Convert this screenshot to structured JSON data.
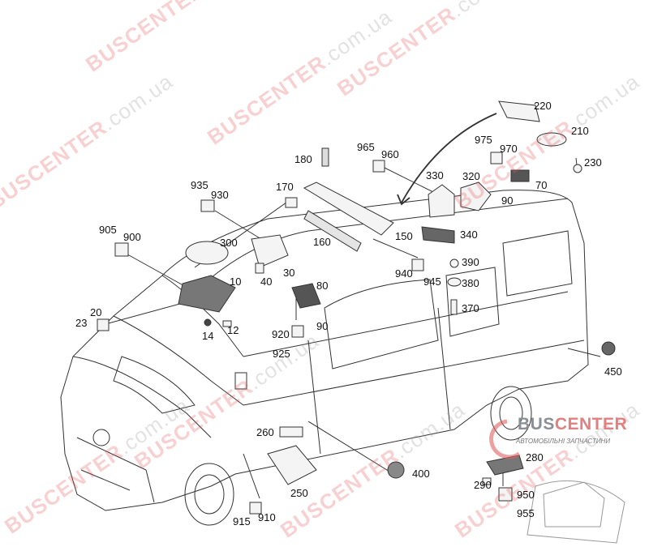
{
  "watermark": {
    "brand": "BUSCENTER",
    "suffix": ".com.ua"
  },
  "logo": {
    "brand_part1": "BUS",
    "brand_part2": "CENTER",
    "tagline": "АВТОМОБІЛЬНІ ЗАПЧАСТИНИ"
  },
  "part_numbers": [
    "220",
    "210",
    "230",
    "975",
    "970",
    "965",
    "960",
    "180",
    "170",
    "935",
    "930",
    "330",
    "320",
    "70",
    "90",
    "905",
    "900",
    "300",
    "150",
    "340",
    "160",
    "30",
    "40",
    "10",
    "80",
    "940",
    "945",
    "390",
    "380",
    "370",
    "20",
    "23",
    "14",
    "12",
    "920",
    "90",
    "925",
    "450",
    "260",
    "280",
    "400",
    "250",
    "290",
    "950",
    "955",
    "915",
    "910"
  ]
}
